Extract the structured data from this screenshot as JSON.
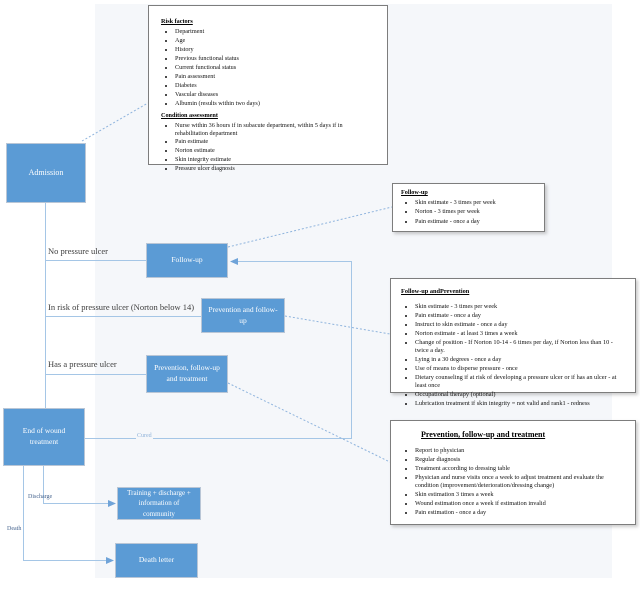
{
  "colors": {
    "node_fill": "#5b9bd5",
    "connector": "#a5c6e6",
    "dotted_connector": "#8fb4dd",
    "note_border": "#7d7d7d"
  },
  "nodes": {
    "admission": "Admission",
    "followup": "Follow-up",
    "prevention_followup": "Prevention and follow-up",
    "prevention_followup_treatment": "Prevention, follow-up and treatment",
    "end_of_wound_treatment": "End of wound treatment",
    "training_discharge": "Training + discharge + information of community",
    "death_letter": "Death letter"
  },
  "edge_labels": {
    "no_pressure_ulcer": "No pressure ulcer",
    "in_risk": "In risk of pressure ulcer (Norton below 14)",
    "has_ulcer": "Has a pressure ulcer",
    "cured": "Cured",
    "discharge": "Discharge",
    "death": "Death"
  },
  "risk_note": {
    "title": "Risk factors",
    "items": [
      "Department",
      "Age",
      "History",
      "Previous functional status",
      "Current functional status",
      "Pain assessment",
      "Diabetes",
      "Vascular diseases",
      "Albumin (results within two days)"
    ],
    "title2": "Condition assessment",
    "items2": [
      "Nurse within 36 hours if in subacute department, within 5 days if in rehabilitation department",
      "Pain estimate",
      "Norton estimate",
      "Skin integrity estimate",
      "Pressure ulcer diagnosis"
    ]
  },
  "followup_note": {
    "title": "Follow-up",
    "items": [
      "Skin estimate - 3 times per week",
      "Norton - 3 times per week",
      "Pain estimate - once a day"
    ]
  },
  "followup_prevention_note": {
    "title": "Follow-up andPrevention",
    "items": [
      "Skin estimate - 3 times per week",
      "Pain estimate - once a day",
      "Instruct to skin estimate - once a day",
      "Norton estimate - at least 3 times a week",
      "Change of position - If Norton 10-14 - 6 times per day, if Norton less than 10 - twice a day.",
      "Lying in a 30 degrees - once a day",
      "Use of means to disperse pressure - once",
      "Dietary counseling if at risk of developing a pressure ulcer or if has an ulcer - at least once",
      "Occupational therapy (optional)",
      "Lubrication treatment if skin integrity = not valid and rank1 - redness"
    ]
  },
  "prevention_treatment_note": {
    "title": "Prevention, follow-up and treatment",
    "items": [
      "Report to physician",
      "Regular diagnosis",
      "Treatment according to dressing table",
      "Physician and nurse visits once a week to adjust treatment and evaluate the condition (improvement/deterioration/dressing change)",
      "Skin estimation 3 times a week",
      "Wound estimation once a week if estimation invalid",
      "Pain estimation - once a day"
    ]
  }
}
